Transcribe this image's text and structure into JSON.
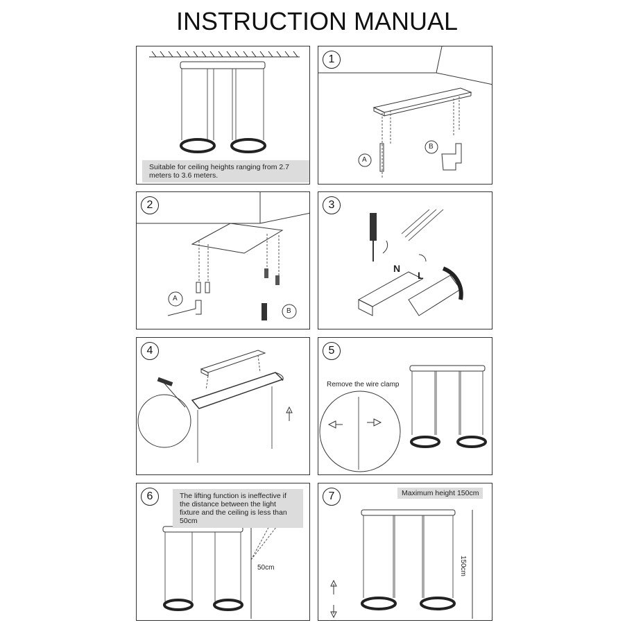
{
  "title": "INSTRUCTION MANUAL",
  "panel0": {
    "note": "Suitable for ceiling heights ranging from 2.7 meters to 3.6 meters."
  },
  "panel1": {
    "step": "1",
    "label_a": "A",
    "label_b": "B"
  },
  "panel2": {
    "step": "2",
    "label_a": "A",
    "label_b": "B"
  },
  "panel3": {
    "step": "3",
    "label_n": "N",
    "label_l": "L"
  },
  "panel4": {
    "step": "4"
  },
  "panel5": {
    "step": "5",
    "label": "Remove the wire clamp"
  },
  "panel6": {
    "step": "6",
    "note": "The lifting function is ineffective if the distance between the light fixture and the ceiling is less than 50cm",
    "dim": "50cm"
  },
  "panel7": {
    "step": "7",
    "note": "Maximum height 150cm",
    "dim": "150cm"
  }
}
